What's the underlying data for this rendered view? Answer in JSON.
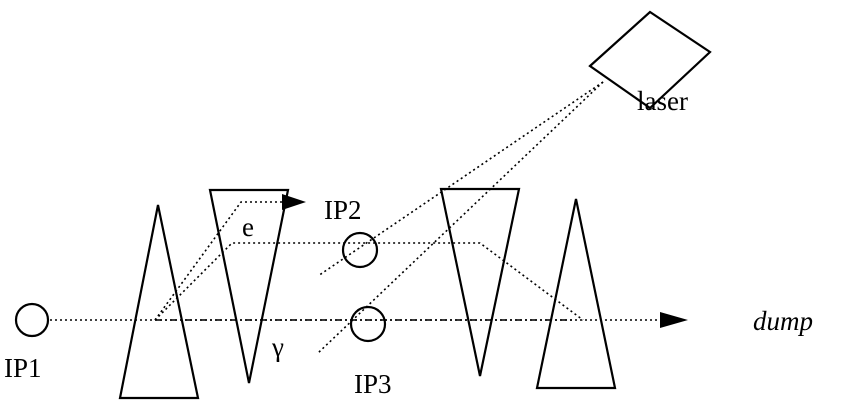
{
  "labels": {
    "ip1": "IP1",
    "ip2": "IP2",
    "ip3": "IP3",
    "electron": "e",
    "gamma": "γ",
    "laser": "laser",
    "dump": "dump"
  }
}
